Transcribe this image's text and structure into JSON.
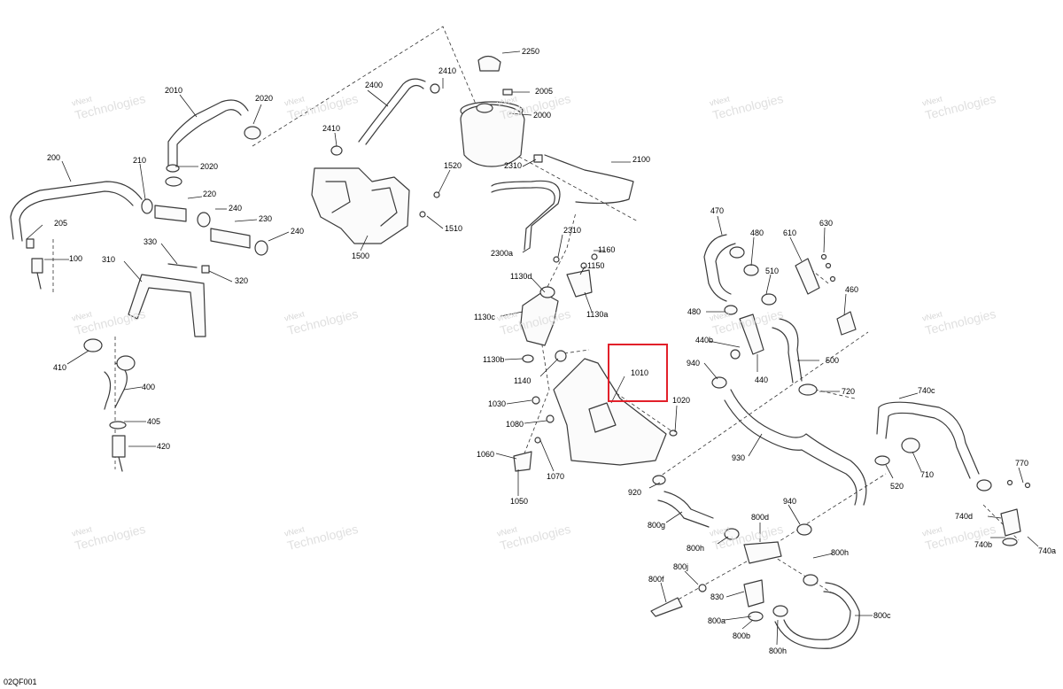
{
  "diagram": {
    "sheet_code": "02QF001",
    "watermark": {
      "line1": "vNext",
      "line2": "Technologies"
    },
    "highlight": {
      "color": "#e2202a",
      "label": "1010"
    },
    "callouts": [
      {
        "id": "c-2250",
        "text": "2250"
      },
      {
        "id": "c-2410",
        "text": "2410"
      },
      {
        "id": "c-2005",
        "text": "2005"
      },
      {
        "id": "c-2400",
        "text": "2400"
      },
      {
        "id": "c-2000",
        "text": "2000"
      },
      {
        "id": "c-2010",
        "text": "2010"
      },
      {
        "id": "c-2020a",
        "text": "2020"
      },
      {
        "id": "c-2410b",
        "text": "2410"
      },
      {
        "id": "c-2310a",
        "text": "2310"
      },
      {
        "id": "c-2100",
        "text": "2100"
      },
      {
        "id": "c-200",
        "text": "200"
      },
      {
        "id": "c-210",
        "text": "210"
      },
      {
        "id": "c-2020b",
        "text": "2020"
      },
      {
        "id": "c-1520",
        "text": "1520"
      },
      {
        "id": "c-220",
        "text": "220"
      },
      {
        "id": "c-240a",
        "text": "240"
      },
      {
        "id": "c-205",
        "text": "205"
      },
      {
        "id": "c-230",
        "text": "230"
      },
      {
        "id": "c-1510",
        "text": "1510"
      },
      {
        "id": "c-240b",
        "text": "240"
      },
      {
        "id": "c-330",
        "text": "330"
      },
      {
        "id": "c-100",
        "text": "100"
      },
      {
        "id": "c-1500",
        "text": "1500"
      },
      {
        "id": "c-310",
        "text": "310"
      },
      {
        "id": "c-320",
        "text": "320"
      },
      {
        "id": "c-2310b",
        "text": "2310"
      },
      {
        "id": "c-1160",
        "text": "1160"
      },
      {
        "id": "c-2300a",
        "text": "2300a"
      },
      {
        "id": "c-1150",
        "text": "1150"
      },
      {
        "id": "c-1130d",
        "text": "1130d"
      },
      {
        "id": "c-1130a",
        "text": "1130a"
      },
      {
        "id": "c-1130c",
        "text": "1130c"
      },
      {
        "id": "c-1130b",
        "text": "1130b"
      },
      {
        "id": "c-1140",
        "text": "1140"
      },
      {
        "id": "c-1010",
        "text": "1010"
      },
      {
        "id": "c-1030",
        "text": "1030"
      },
      {
        "id": "c-1020",
        "text": "1020"
      },
      {
        "id": "c-1080",
        "text": "1080"
      },
      {
        "id": "c-1060",
        "text": "1060"
      },
      {
        "id": "c-1070",
        "text": "1070"
      },
      {
        "id": "c-1050",
        "text": "1050"
      },
      {
        "id": "c-920",
        "text": "920"
      },
      {
        "id": "c-800g",
        "text": "800g"
      },
      {
        "id": "c-410",
        "text": "410"
      },
      {
        "id": "c-400",
        "text": "400"
      },
      {
        "id": "c-405",
        "text": "405"
      },
      {
        "id": "c-420",
        "text": "420"
      },
      {
        "id": "c-470",
        "text": "470"
      },
      {
        "id": "c-480a",
        "text": "480"
      },
      {
        "id": "c-610",
        "text": "610"
      },
      {
        "id": "c-630",
        "text": "630"
      },
      {
        "id": "c-510",
        "text": "510"
      },
      {
        "id": "c-460",
        "text": "460"
      },
      {
        "id": "c-480b",
        "text": "480"
      },
      {
        "id": "c-440b",
        "text": "440b"
      },
      {
        "id": "c-500",
        "text": "500"
      },
      {
        "id": "c-940a",
        "text": "940"
      },
      {
        "id": "c-440",
        "text": "440"
      },
      {
        "id": "c-720",
        "text": "720"
      },
      {
        "id": "c-740c",
        "text": "740c"
      },
      {
        "id": "c-930",
        "text": "930"
      },
      {
        "id": "c-520",
        "text": "520"
      },
      {
        "id": "c-710",
        "text": "710"
      },
      {
        "id": "c-770",
        "text": "770"
      },
      {
        "id": "c-940b",
        "text": "940"
      },
      {
        "id": "c-800d",
        "text": "800d"
      },
      {
        "id": "c-800h-a",
        "text": "800h"
      },
      {
        "id": "c-800h-b",
        "text": "800h"
      },
      {
        "id": "c-800j",
        "text": "800j"
      },
      {
        "id": "c-800f",
        "text": "800f"
      },
      {
        "id": "c-830",
        "text": "830"
      },
      {
        "id": "c-800a",
        "text": "800a"
      },
      {
        "id": "c-800b",
        "text": "800b"
      },
      {
        "id": "c-800h-c",
        "text": "800h"
      },
      {
        "id": "c-800c",
        "text": "800c"
      },
      {
        "id": "c-740d",
        "text": "740d"
      },
      {
        "id": "c-740b",
        "text": "740b"
      },
      {
        "id": "c-740a",
        "text": "740a"
      }
    ]
  }
}
